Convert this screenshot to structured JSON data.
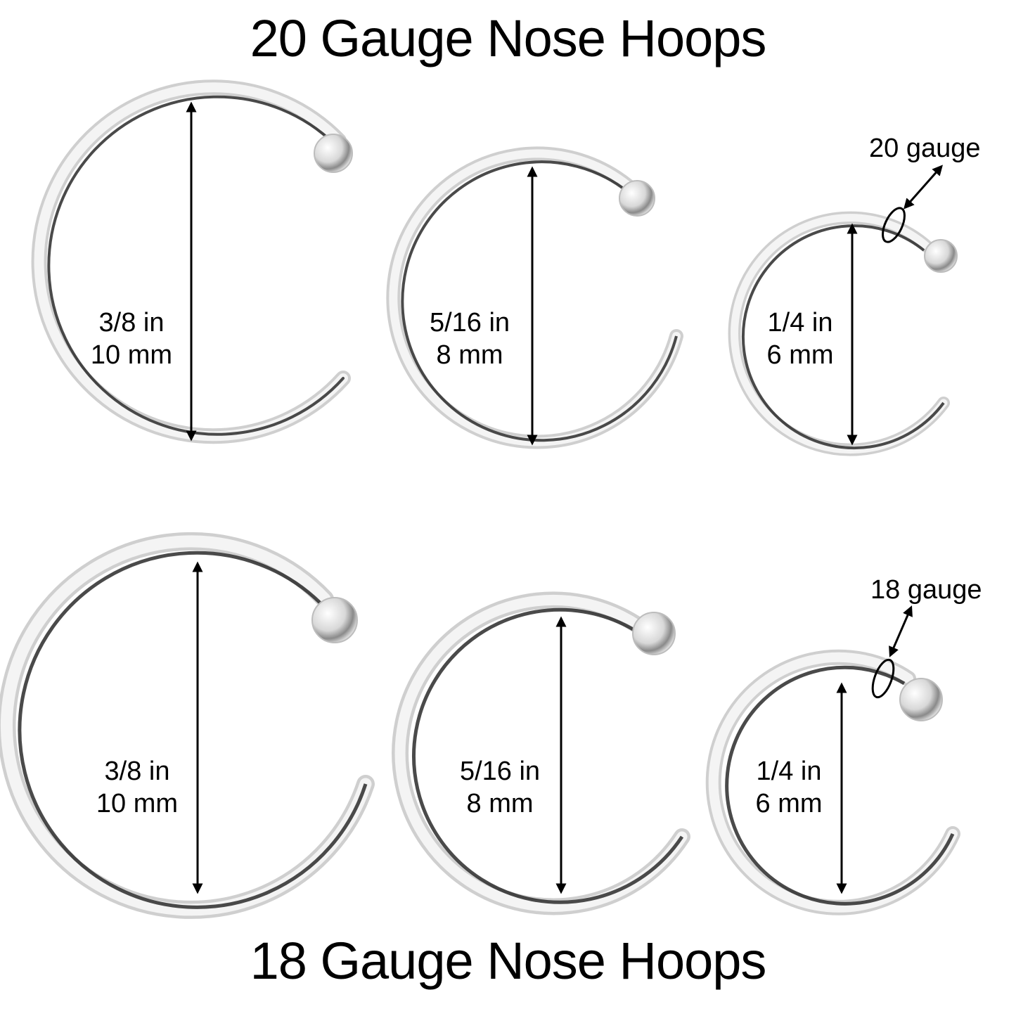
{
  "titles": {
    "top": "20 Gauge Nose Hoops",
    "bottom": "18 Gauge Nose Hoops"
  },
  "colors": {
    "background": "#ffffff",
    "text": "#000000",
    "metal_light": "#f2f2f2",
    "metal_mid": "#c9c9c9",
    "metal_dark": "#2a2a2a"
  },
  "rows": [
    {
      "gauge": "20 gauge",
      "hoops": [
        {
          "size_in": "3/8 in",
          "size_mm": "10 mm"
        },
        {
          "size_in": "5/16 in",
          "size_mm": "8 mm"
        },
        {
          "size_in": "1/4 in",
          "size_mm": "6 mm"
        }
      ]
    },
    {
      "gauge": "18 gauge",
      "hoops": [
        {
          "size_in": "3/8 in",
          "size_mm": "10 mm"
        },
        {
          "size_in": "5/16 in",
          "size_mm": "8 mm"
        },
        {
          "size_in": "1/4 in",
          "size_mm": "6 mm"
        }
      ]
    }
  ]
}
